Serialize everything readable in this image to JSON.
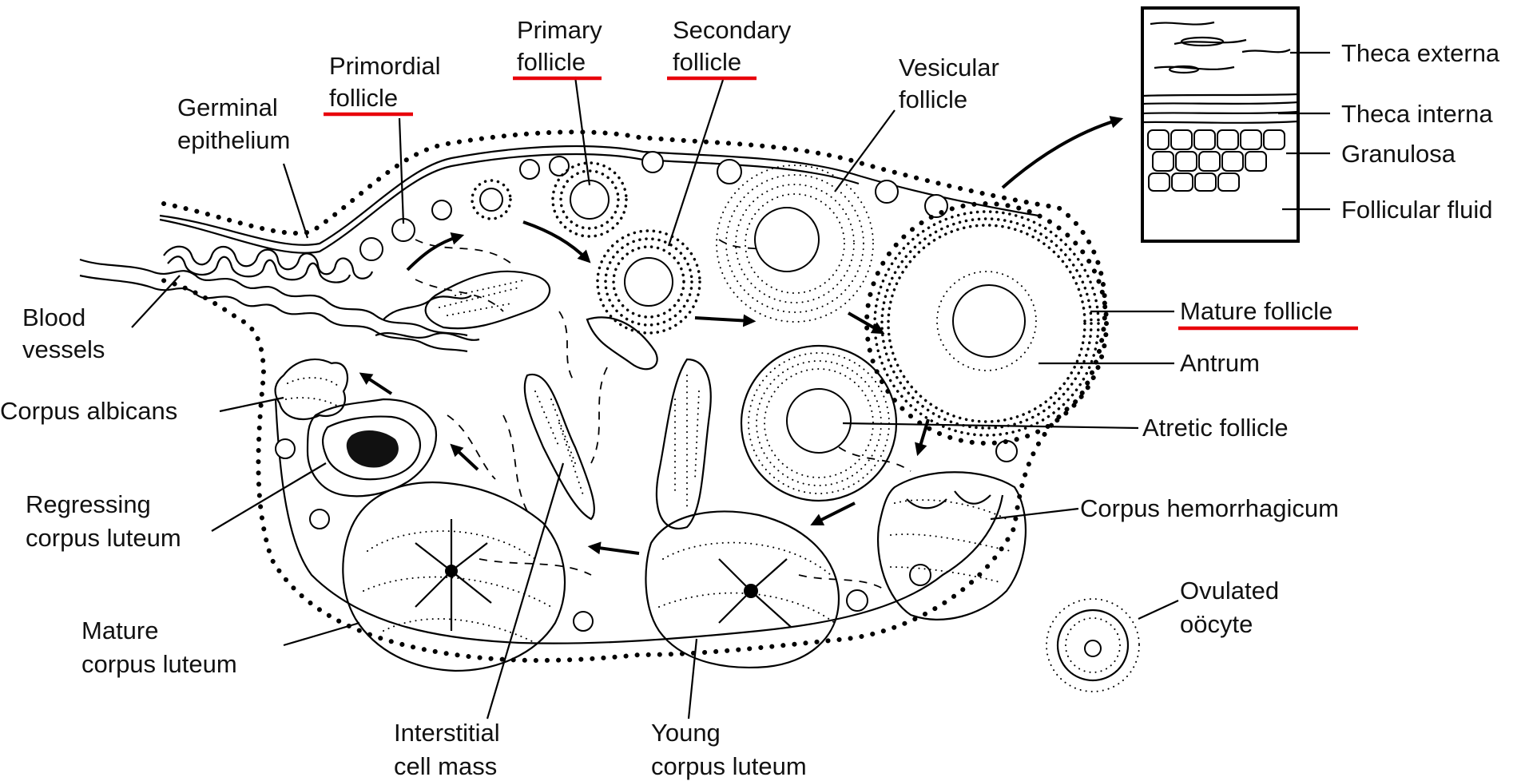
{
  "labels": {
    "primordial_follicle": [
      "Primordial",
      "follicle"
    ],
    "germinal_epithelium": [
      "Germinal",
      "epithelium"
    ],
    "primary_follicle": [
      "Primary",
      "follicle"
    ],
    "secondary_follicle": [
      "Secondary",
      "follicle"
    ],
    "vesicular_follicle": [
      "Vesicular",
      "follicle"
    ],
    "blood_vessels": [
      "Blood",
      "vessels"
    ],
    "corpus_albicans": "Corpus  albicans",
    "regressing_corpus_luteum": [
      "Regressing",
      "corpus luteum"
    ],
    "mature_corpus_luteum": [
      "Mature",
      "corpus luteum"
    ],
    "interstitial_cell_mass": [
      "Interstitial",
      "cell mass"
    ],
    "young_corpus_luteum": [
      "Young",
      "corpus luteum"
    ],
    "mature_follicle": "Mature follicle",
    "antrum": "Antrum",
    "atretic_follicle": "Atretic  follicle",
    "corpus_hemorrhagicum": "Corpus hemorrhagicum",
    "ovulated_oocyte": [
      "Ovulated",
      "oöcyte"
    ],
    "inset": {
      "theca_externa": "Theca externa",
      "theca_interna": "Theca interna",
      "granulosa": "Granulosa",
      "follicular_fluid": "Follicular fluid"
    }
  },
  "colors": {
    "underline": "#e8000b",
    "ink": "#000000"
  }
}
